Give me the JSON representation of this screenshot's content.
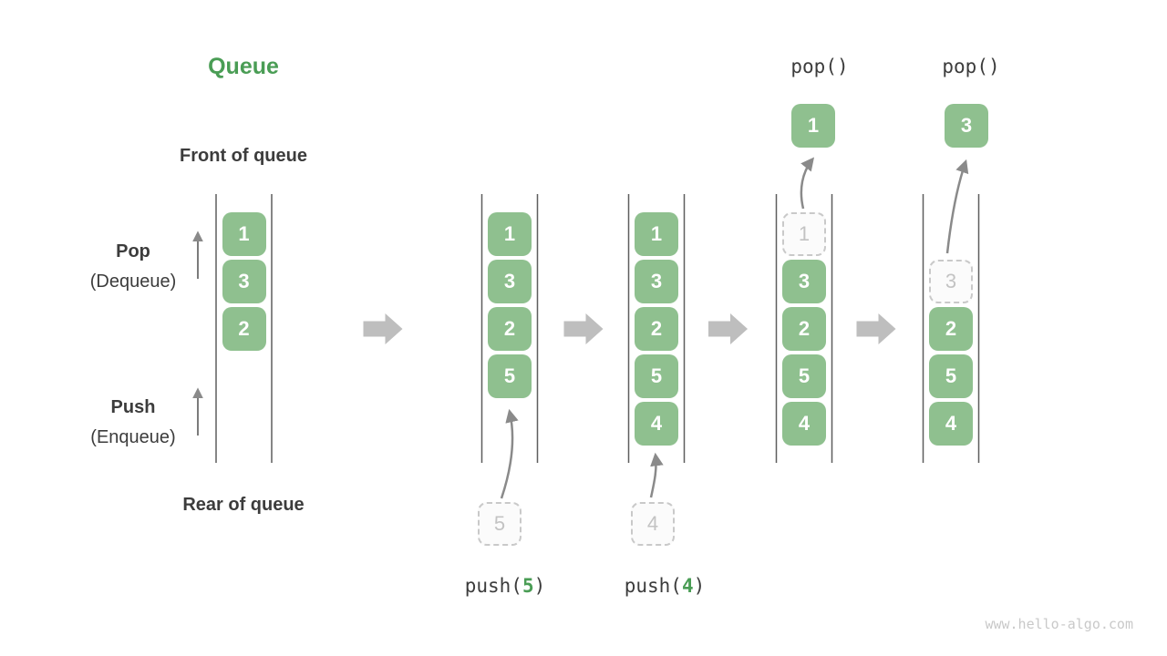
{
  "title": "Queue",
  "watermark": "www.hello-algo.com",
  "side_labels": {
    "front": "Front of queue",
    "rear": "Rear of queue",
    "pop": {
      "name": "Pop",
      "sub": "(Dequeue)"
    },
    "push": {
      "name": "Push",
      "sub": "(Enqueue)"
    }
  },
  "colors": {
    "accent_green": "#4A9D55",
    "box_green": "#8FC08F",
    "box_text": "#FFFFFF",
    "dark_text": "#3C3C3C",
    "ghost_text": "#C3C3C3",
    "ghost_border": "#C9C9C9",
    "ghost_fill": "#FBFBFB",
    "block_arrow": "#BEBEBE",
    "curve_arrow": "#8A8A8A",
    "up_arrow": "#7B7B7B",
    "channel_line": "#5E5E5E",
    "watermark_text": "#C9C9C9"
  },
  "columns": [
    {
      "cells": [
        {
          "value": "1",
          "row": 0
        },
        {
          "value": "3",
          "row": 1
        },
        {
          "value": "2",
          "row": 2
        }
      ]
    },
    {
      "cells": [
        {
          "value": "1",
          "row": 0
        },
        {
          "value": "3",
          "row": 1
        },
        {
          "value": "2",
          "row": 2
        },
        {
          "value": "5",
          "row": 3
        }
      ],
      "incoming": {
        "value": "5"
      },
      "op": {
        "pre": "push(",
        "arg": "5",
        "post": ")"
      }
    },
    {
      "cells": [
        {
          "value": "1",
          "row": 0
        },
        {
          "value": "3",
          "row": 1
        },
        {
          "value": "2",
          "row": 2
        },
        {
          "value": "5",
          "row": 3
        },
        {
          "value": "4",
          "row": 4
        }
      ],
      "incoming": {
        "value": "4"
      },
      "op": {
        "pre": "push(",
        "arg": "4",
        "post": ")"
      }
    },
    {
      "cells": [
        {
          "value": "1",
          "row": 0,
          "ghost": true
        },
        {
          "value": "3",
          "row": 1
        },
        {
          "value": "2",
          "row": 2
        },
        {
          "value": "5",
          "row": 3
        },
        {
          "value": "4",
          "row": 4
        }
      ],
      "popped": {
        "value": "1",
        "label": "pop()"
      }
    },
    {
      "cells": [
        {
          "value": "3",
          "row": 1,
          "ghost": true
        },
        {
          "value": "2",
          "row": 2
        },
        {
          "value": "5",
          "row": 3
        },
        {
          "value": "4",
          "row": 4
        }
      ],
      "popped": {
        "value": "3",
        "label": "pop()"
      }
    }
  ]
}
